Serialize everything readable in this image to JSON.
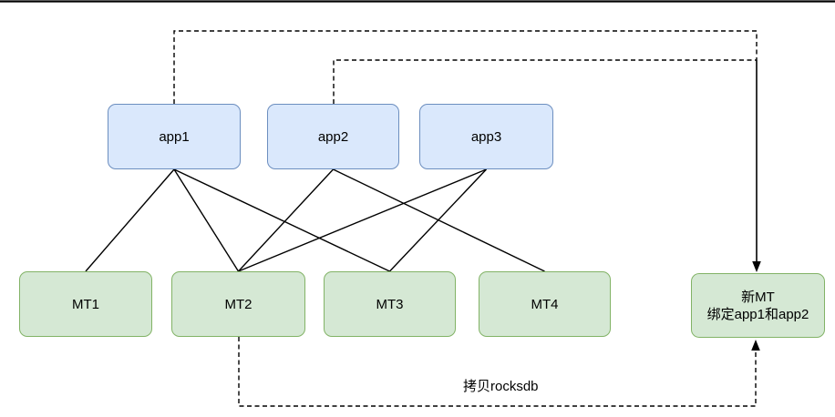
{
  "diagram": {
    "apps": [
      {
        "id": "app1",
        "label": "app1"
      },
      {
        "id": "app2",
        "label": "app2"
      },
      {
        "id": "app3",
        "label": "app3"
      }
    ],
    "mts": [
      {
        "id": "MT1",
        "label": "MT1"
      },
      {
        "id": "MT2",
        "label": "MT2"
      },
      {
        "id": "MT3",
        "label": "MT3"
      },
      {
        "id": "MT4",
        "label": "MT4"
      }
    ],
    "new_mt": {
      "line1": "新MT",
      "line2": "绑定app1和app2"
    },
    "copy_label": "拷贝rocksdb",
    "solid_edges": [
      {
        "from": "app1",
        "to": "MT1"
      },
      {
        "from": "app1",
        "to": "MT2"
      },
      {
        "from": "app1",
        "to": "MT3"
      },
      {
        "from": "app2",
        "to": "MT2"
      },
      {
        "from": "app2",
        "to": "MT4"
      },
      {
        "from": "app3",
        "to": "MT2"
      },
      {
        "from": "app3",
        "to": "MT3"
      }
    ],
    "dashed_flows": [
      {
        "from": "app1",
        "to": "新MT",
        "arrow": "into top of 新MT"
      },
      {
        "from": "app2",
        "to": "新MT",
        "arrow": "into top of 新MT"
      },
      {
        "from": "MT2",
        "to": "新MT",
        "arrow": "into bottom of 新MT",
        "label": "拷贝rocksdb"
      }
    ],
    "colors": {
      "app_fill": "#dae8fc",
      "app_stroke": "#6c8ebf",
      "mt_fill": "#d5e8d4",
      "mt_stroke": "#82b366",
      "line": "#000000",
      "background": "#ffffff"
    }
  }
}
